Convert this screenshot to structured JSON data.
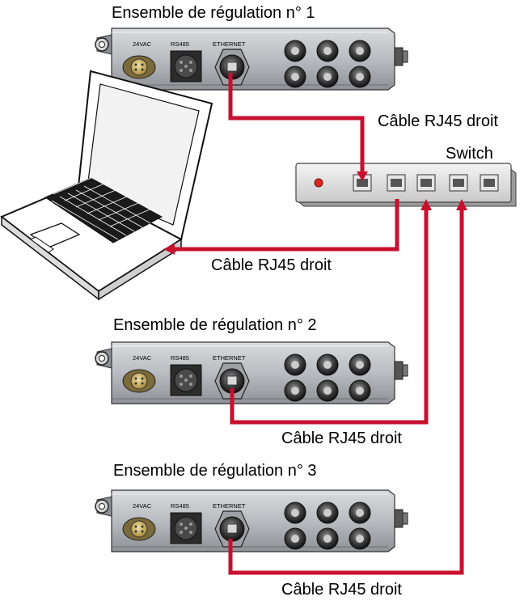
{
  "units": [
    {
      "title": "Ensemble de régulation n° 1",
      "port_24vac": "24VAC",
      "port_rs485": "RS485",
      "port_ethernet": "ETHERNET"
    },
    {
      "title": "Ensemble de régulation n° 2",
      "port_24vac": "24VAC",
      "port_rs485": "RS485",
      "port_ethernet": "ETHERNET"
    },
    {
      "title": "Ensemble de régulation n° 3",
      "port_24vac": "24VAC",
      "port_rs485": "RS485",
      "port_ethernet": "ETHERNET"
    }
  ],
  "switch": {
    "label": "Switch"
  },
  "cables": [
    {
      "label": "Câble RJ45 droit"
    },
    {
      "label": "Câble RJ45 droit"
    },
    {
      "label": "Câble RJ45 droit"
    },
    {
      "label": "Câble RJ45 droit"
    }
  ],
  "colors": {
    "cable": "#c8102e",
    "enclosure": "#b9bcc0",
    "switch_led": "#d9271e"
  },
  "icons": [
    "laptop-icon",
    "ethernet-switch-icon",
    "controller-unit-icon",
    "rj45-port-icon",
    "cable-gland-icon",
    "mounting-tab-icon"
  ]
}
